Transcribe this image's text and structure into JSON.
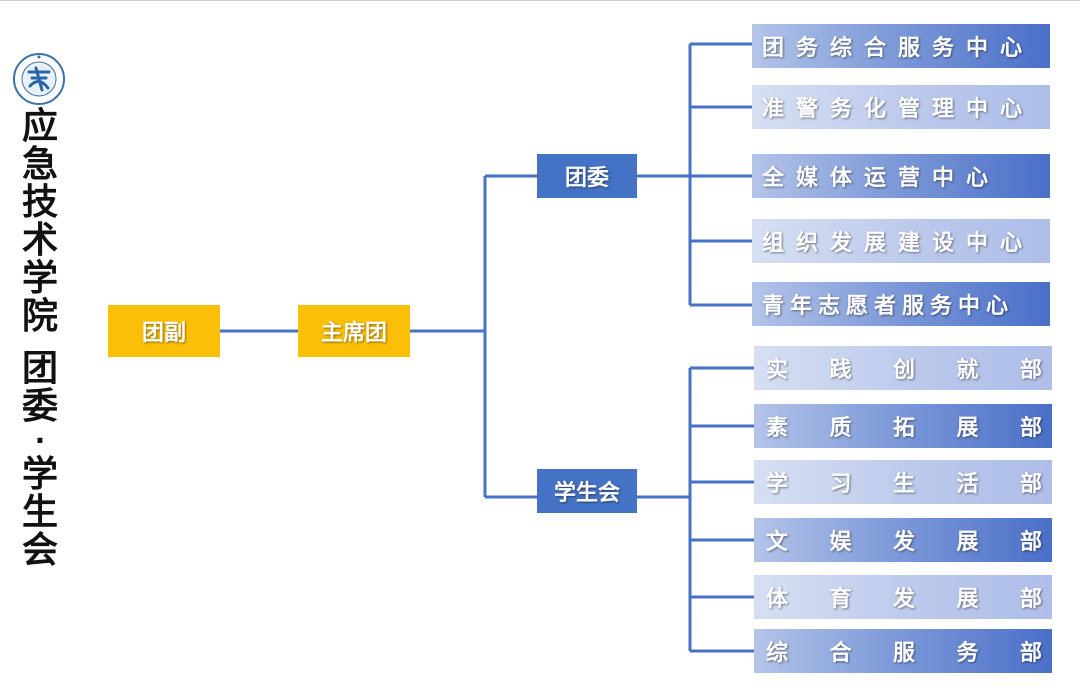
{
  "title": {
    "line1": [
      "应",
      "急",
      "技",
      "术",
      "学",
      "院"
    ],
    "line2": [
      "团",
      "委",
      "·",
      "学",
      "生",
      "会"
    ]
  },
  "nodes": {
    "vice": "团副",
    "presidium": "主席团",
    "league": "团委",
    "union": "学生会"
  },
  "league_centers": [
    "团务综合服务中心",
    "准警务化管理中心",
    "全媒体运营中心",
    "组织发展建设中心",
    "青年志愿者服务中心"
  ],
  "union_departments": [
    "实践创就部",
    "素质拓展部",
    "学习生活部",
    "文娱发展部",
    "体育发展部",
    "综合服务部"
  ],
  "colors": {
    "yellow": "#fbbf07",
    "blue": "#4472c4",
    "line": "#4472c4"
  }
}
